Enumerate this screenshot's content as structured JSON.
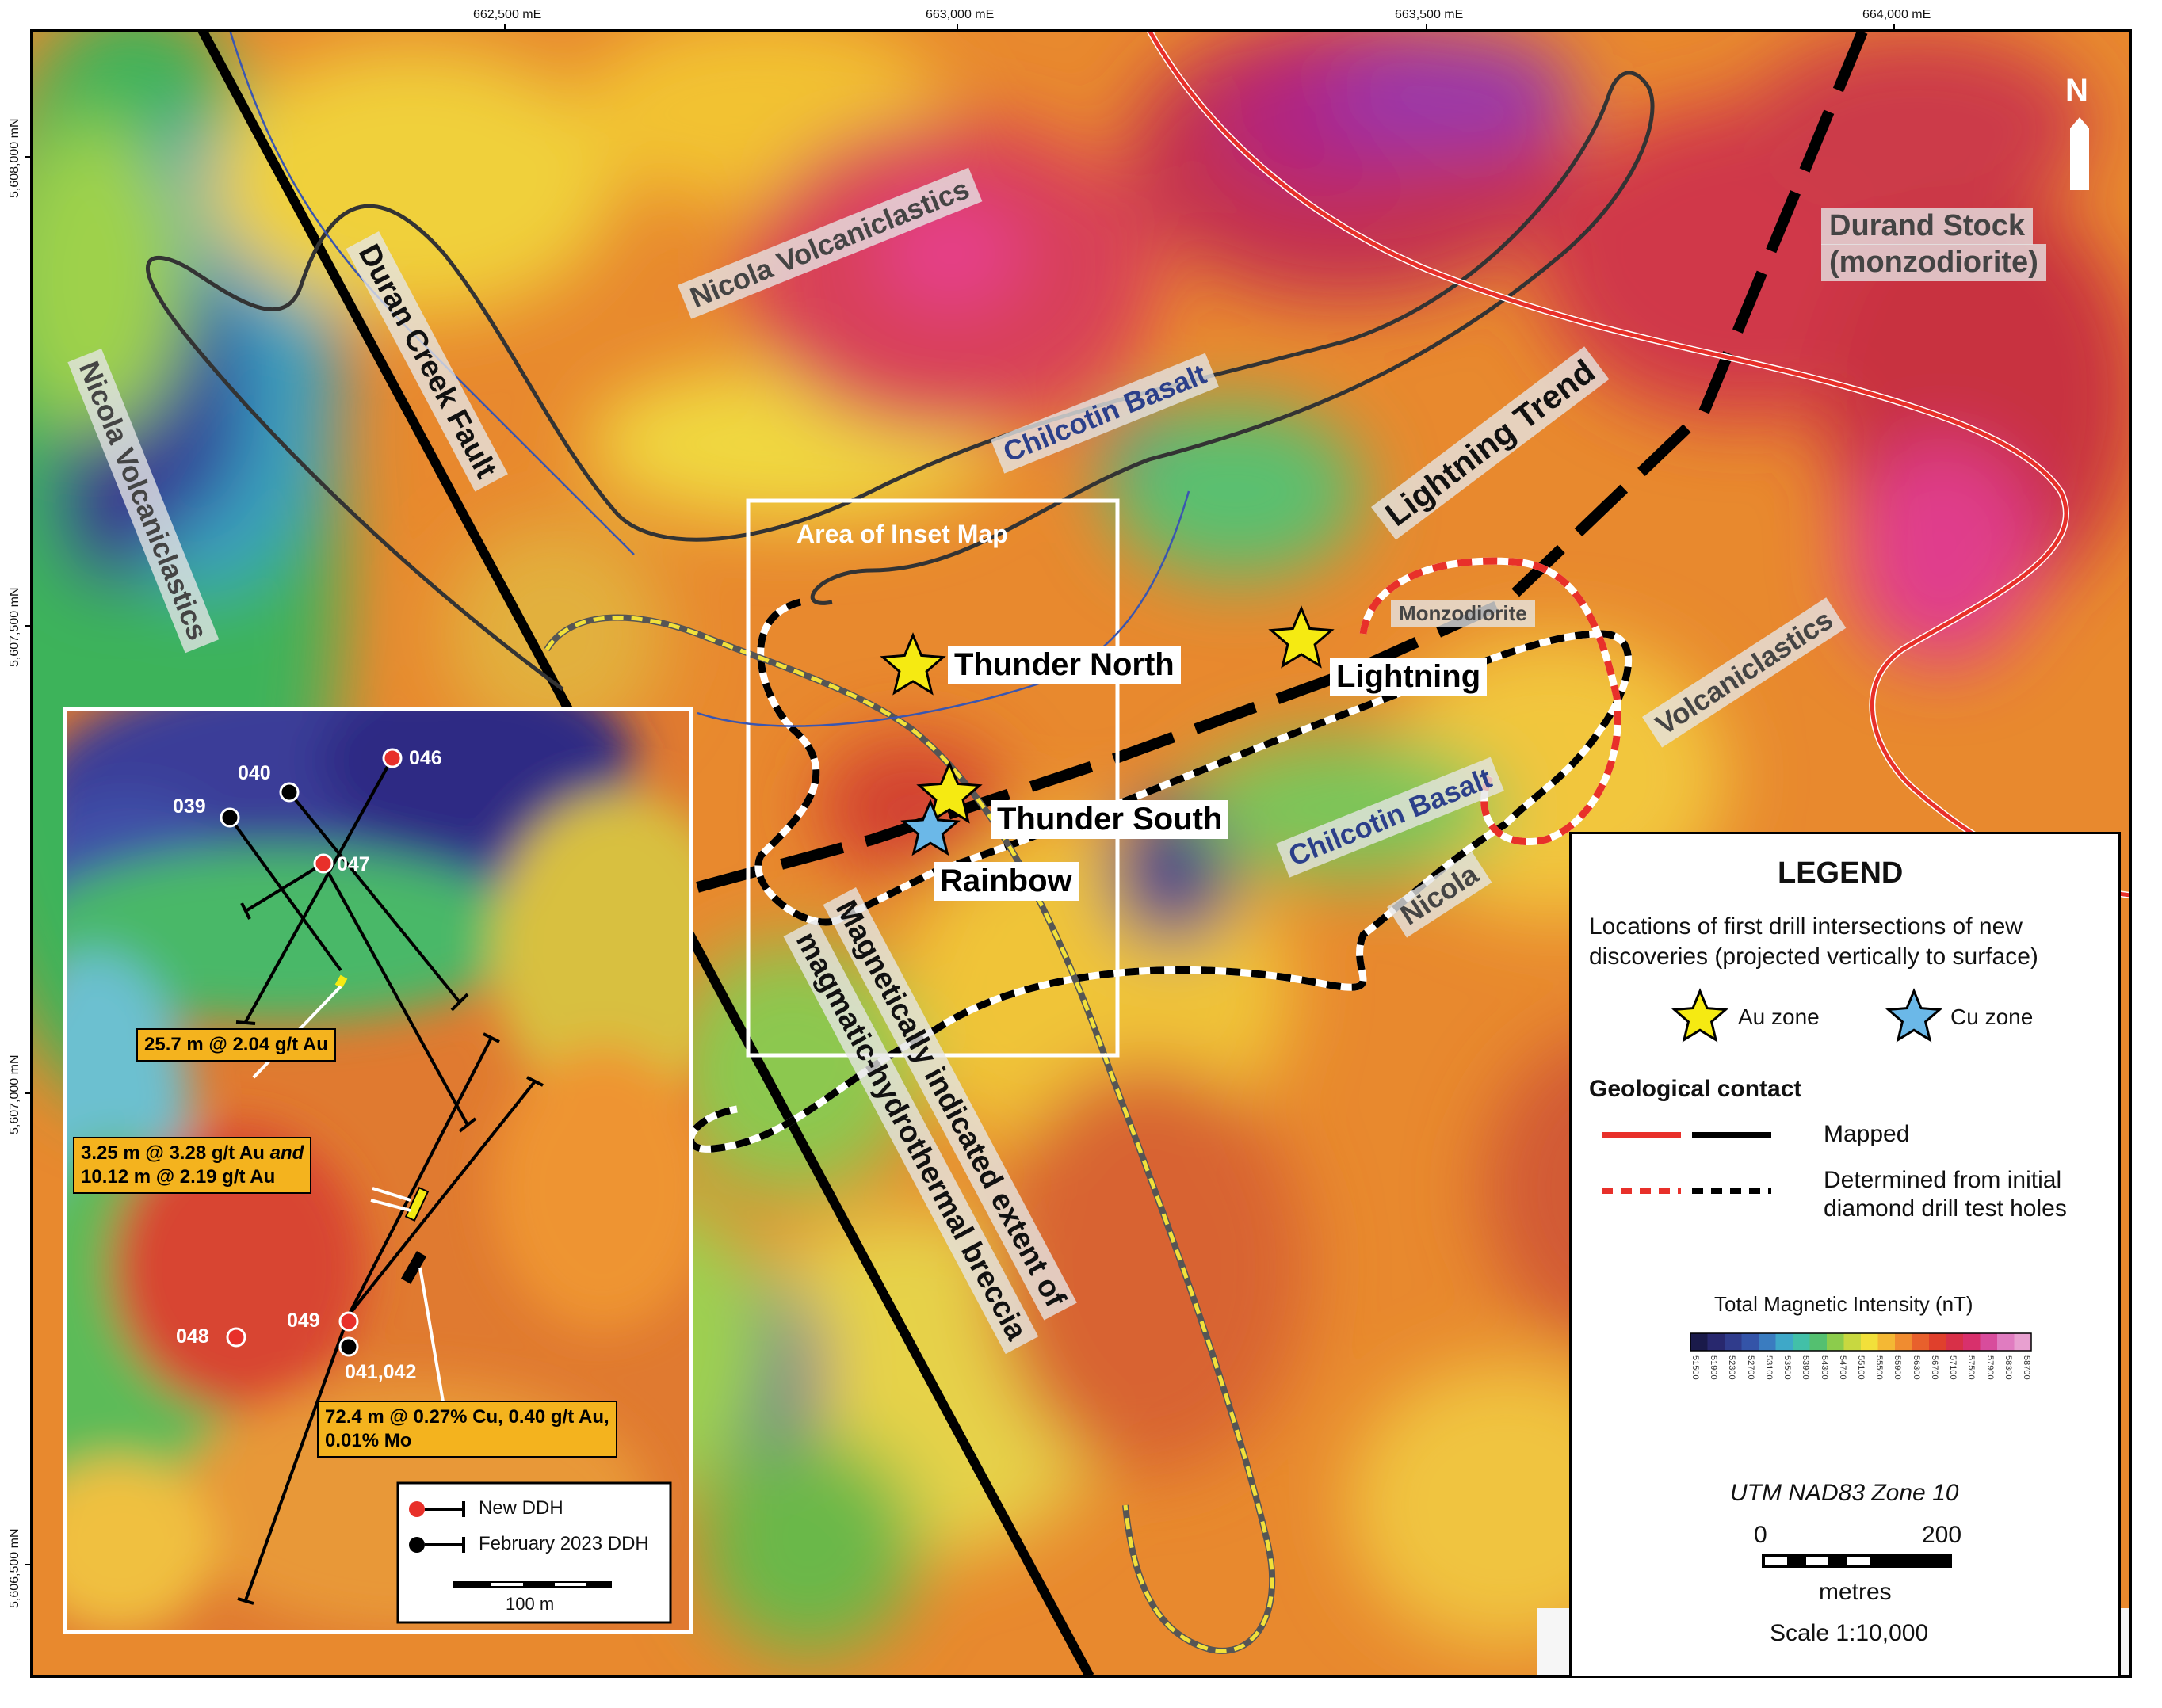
{
  "coords": {
    "easting": [
      "662,500 mE",
      "663,000 mE",
      "663,500 mE",
      "664,000 mE"
    ],
    "northing": [
      "5,608,000 mN",
      "5,607,500 mN",
      "5,607,000 mN",
      "5,606,500 mN"
    ]
  },
  "north": "N",
  "geology": {
    "nicola_volc_top": "Nicola Volcaniclastics",
    "nicola_volc_left": "Nicola Volcaniclastics",
    "duran_fault": "Duran Creek Fault",
    "chilcotin_top": "Chilcotin Basalt",
    "chilcotin_mid": "Chilcotin Basalt",
    "durand_stock_1": "Durand Stock",
    "durand_stock_2": "(monzodiorite)",
    "lightning_trend": "Lightning Trend",
    "monzodiorite": "Monzodiorite",
    "volcaniclastics": "Volcaniclastics",
    "nicola": "Nicola",
    "breccia_1": "Magnetically indicated extent of",
    "breccia_2": "magmatic-hydrothermal breccia",
    "area_inset": "Area of Inset Map"
  },
  "zones": {
    "thunder_north": "Thunder North",
    "lightning": "Lightning",
    "thunder_south": "Thunder South",
    "rainbow": "Rainbow"
  },
  "inset": {
    "holes": [
      "046",
      "040",
      "039",
      "047",
      "048",
      "049",
      "041,042"
    ],
    "note1": "25.7 m @ 2.04 g/t Au",
    "note2a": "3.25 m @ 3.28 g/t Au",
    "note2and": "and",
    "note2b": "10.12 m @ 2.19 g/t Au",
    "note3a": "72.4 m @ 0.27% Cu, 0.40 g/t Au,",
    "note3b": "0.01% Mo",
    "legend_new": "New DDH",
    "legend_feb": "February 2023 DDH",
    "scale": "100 m"
  },
  "legend": {
    "title": "LEGEND",
    "desc1": "Locations of first drill intersections of new",
    "desc2": "discoveries (projected vertically to surface)",
    "au": "Au zone",
    "cu": "Cu zone",
    "contact": "Geological contact",
    "mapped": "Mapped",
    "determined1": "Determined from initial",
    "determined2": "diamond drill test holes",
    "tmi": "Total Magnetic Intensity (nT)",
    "tmi_ticks": [
      "51500",
      "51900",
      "52300",
      "52700",
      "53100",
      "53500",
      "53900",
      "54300",
      "54700",
      "55100",
      "55500",
      "55900",
      "56300",
      "56700",
      "57100",
      "57500",
      "57900",
      "58300",
      "58700"
    ],
    "utm": "UTM NAD83 Zone 10",
    "scale0": "0",
    "scale200": "200",
    "metres": "metres",
    "scale": "Scale 1:10,000"
  },
  "colors": {
    "au_star": "#f5ea12",
    "cu_star": "#6bb8e8",
    "contact_red": "#e8302a",
    "note_fill": "#f4b31e"
  }
}
